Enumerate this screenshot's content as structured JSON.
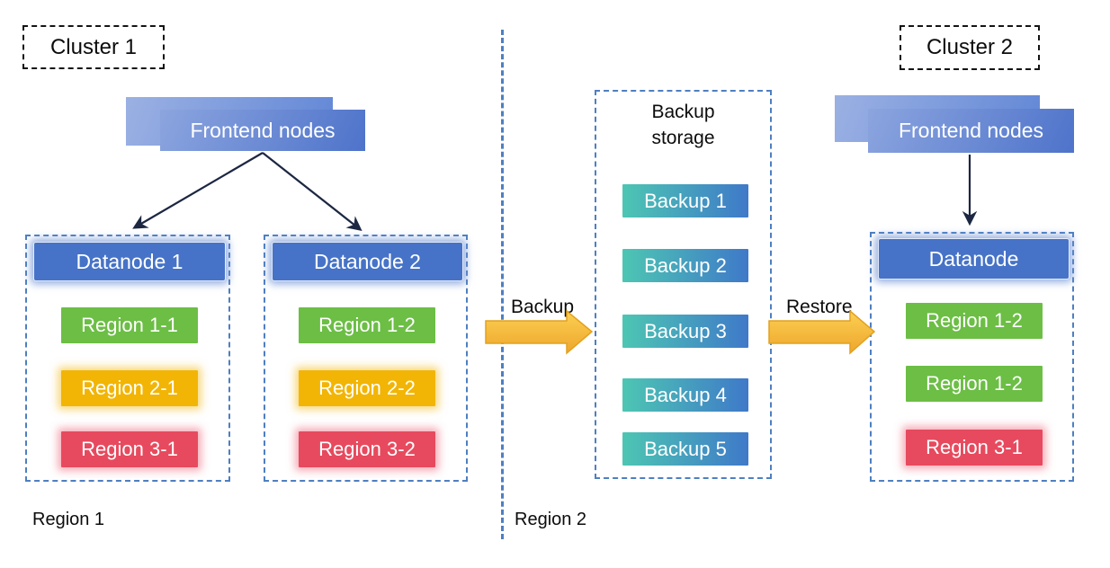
{
  "clusters": {
    "cluster1": {
      "label": "Cluster 1",
      "frontend_label": "Frontend nodes",
      "datanodes": [
        {
          "title": "Datanode 1",
          "regions": [
            "Region 1-1",
            "Region 2-1",
            "Region 3-1"
          ]
        },
        {
          "title": "Datanode 2",
          "regions": [
            "Region 1-2",
            "Region 2-2",
            "Region 3-2"
          ]
        }
      ]
    },
    "cluster2": {
      "label": "Cluster 2",
      "frontend_label": "Frontend nodes",
      "datanode": {
        "title": "Datanode",
        "regions": [
          "Region 1-2",
          "Region 1-2",
          "Region 3-1"
        ]
      }
    }
  },
  "backup_storage": {
    "title": "Backup storage",
    "items": [
      "Backup 1",
      "Backup 2",
      "Backup 3",
      "Backup 4",
      "Backup 5"
    ]
  },
  "flows": {
    "backup_label": "Backup",
    "restore_label": "Restore"
  },
  "footer": {
    "region1_label": "Region 1",
    "region2_label": "Region 2"
  },
  "colors": {
    "datanode_blue": "#4673C7",
    "region_green": "#6CBE45",
    "region_yellow": "#F2B505",
    "region_red": "#E74A5E",
    "backup_gradient_start": "#4DC6B3",
    "backup_gradient_end": "#3F79C9",
    "frontend_gradient_start": "#8CA5DF",
    "frontend_gradient_end": "#4E73CA",
    "flow_arrow_yellow": "#F5BA3A",
    "dashed_border_blue": "#4E7FC1"
  }
}
